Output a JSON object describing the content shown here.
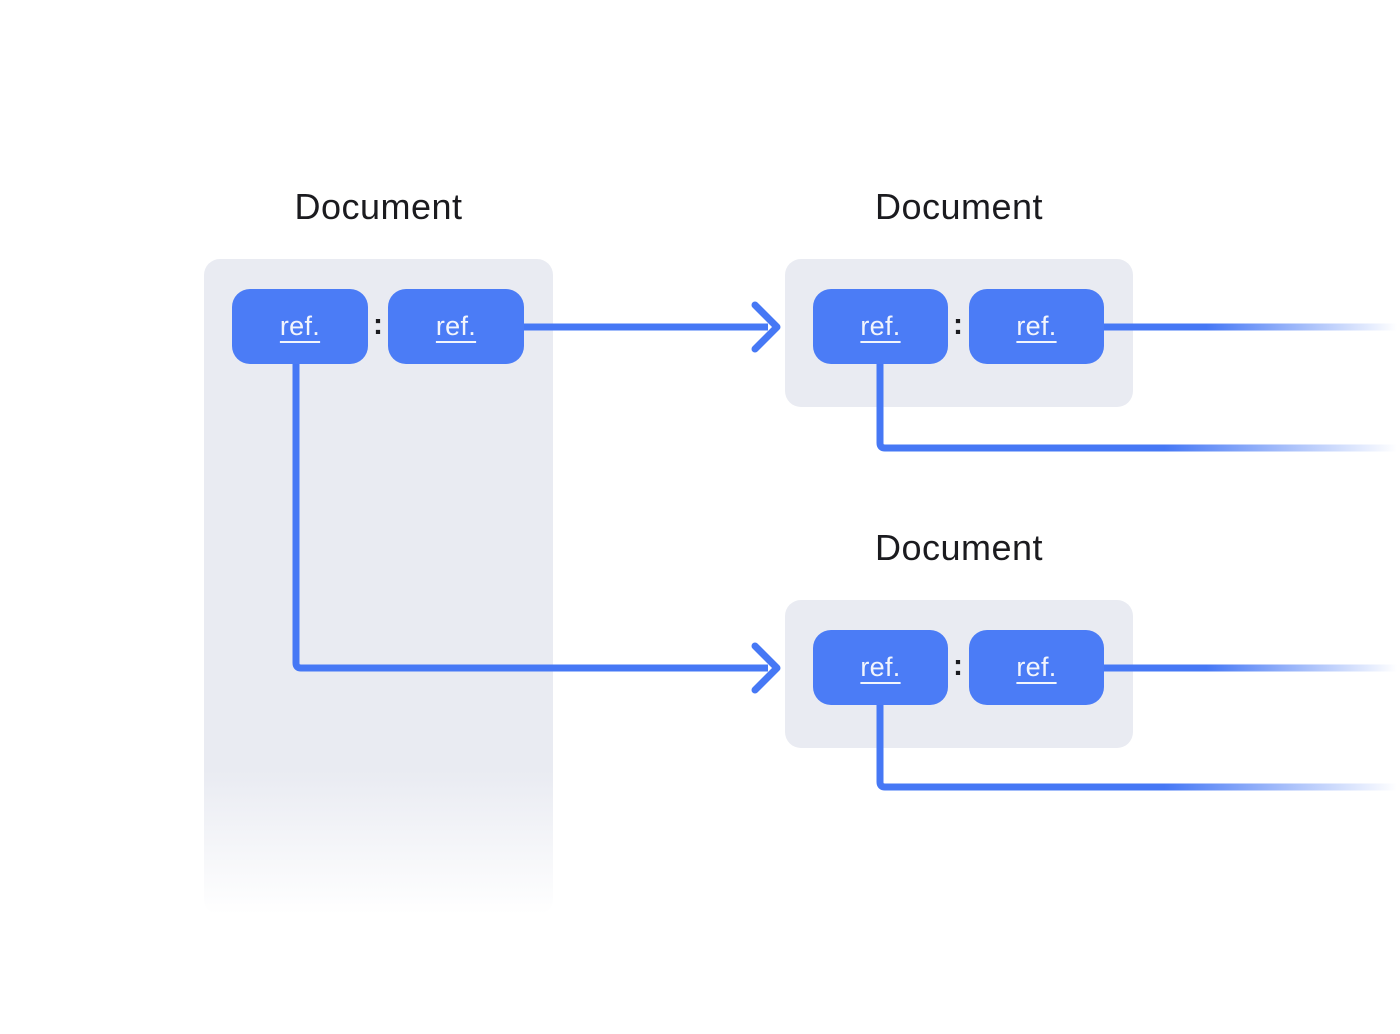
{
  "colors": {
    "canvasBg": "#ffffff",
    "accent": "#4678f5",
    "boxFill": "#4b7cf6",
    "panel": "#e9ebf2",
    "titleText": "#1b1b1f",
    "refText": "#f2f5fc"
  },
  "documents": [
    {
      "id": "left",
      "title": "Document",
      "separator": ":",
      "refs": [
        {
          "label": "ref."
        },
        {
          "label": "ref."
        }
      ]
    },
    {
      "id": "top-right",
      "title": "Document",
      "separator": ":",
      "refs": [
        {
          "label": "ref."
        },
        {
          "label": "ref."
        }
      ]
    },
    {
      "id": "bottom-right",
      "title": "Document",
      "separator": ":",
      "refs": [
        {
          "label": "ref."
        },
        {
          "label": "ref."
        }
      ]
    }
  ],
  "connectors": [
    {
      "type": "arrow",
      "from": "left.ref-2",
      "to": "document-top-right"
    },
    {
      "type": "arrow",
      "from": "left.ref-1",
      "to": "document-bottom-right"
    },
    {
      "type": "fading-line",
      "from": "top-right.ref-2",
      "to": "offscreen-right"
    },
    {
      "type": "fading-line",
      "from": "top-right.ref-1",
      "to": "offscreen-right"
    },
    {
      "type": "fading-line",
      "from": "bottom-right.ref-2",
      "to": "offscreen-right"
    },
    {
      "type": "fading-line",
      "from": "bottom-right.ref-1",
      "to": "offscreen-right"
    }
  ]
}
